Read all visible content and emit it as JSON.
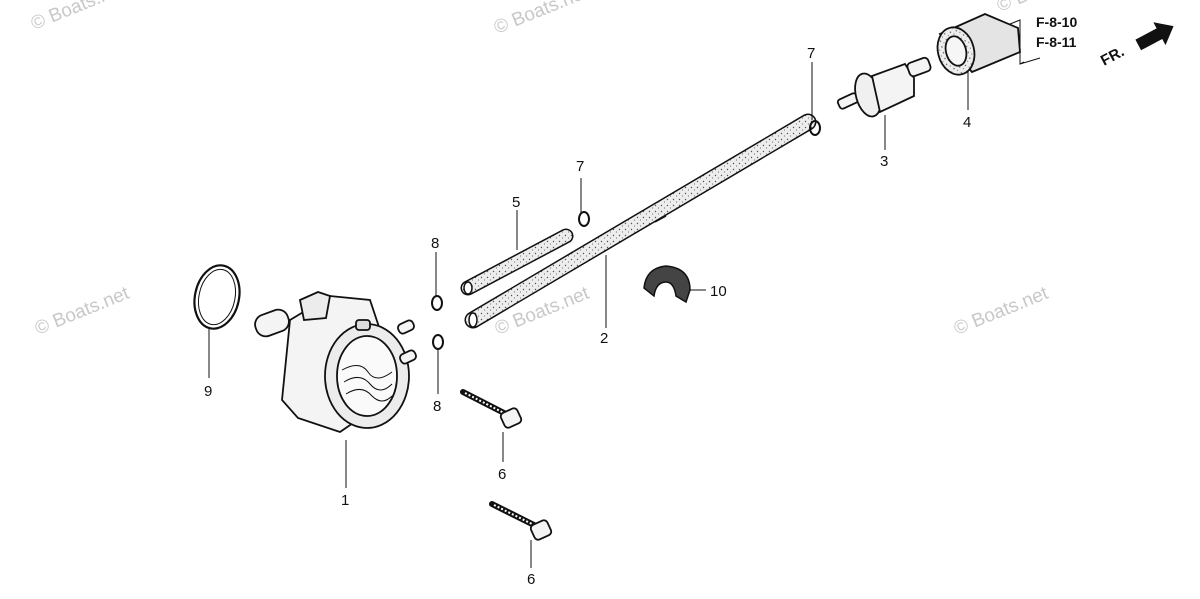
{
  "watermarks": [
    "© Boats.net",
    "© Boats.net",
    "© Boats.net",
    "© Boats.net",
    "© Boats.net",
    "© Boats.net"
  ],
  "refs": [
    "F-8-10",
    "F-8-11"
  ],
  "front_marker": "FR.",
  "callouts": {
    "c1": "1",
    "c2": "2",
    "c3": "3",
    "c4": "4",
    "c5": "5",
    "c6a": "6",
    "c6b": "6",
    "c7a": "7",
    "c7b": "7",
    "c8a": "8",
    "c8b": "8",
    "c9": "9",
    "c10": "10"
  },
  "colors": {
    "line": "#111111",
    "watermark": "#c8c8c8",
    "tube_fill": "#e9e9e9",
    "body_fill": "#f4f4f4"
  }
}
